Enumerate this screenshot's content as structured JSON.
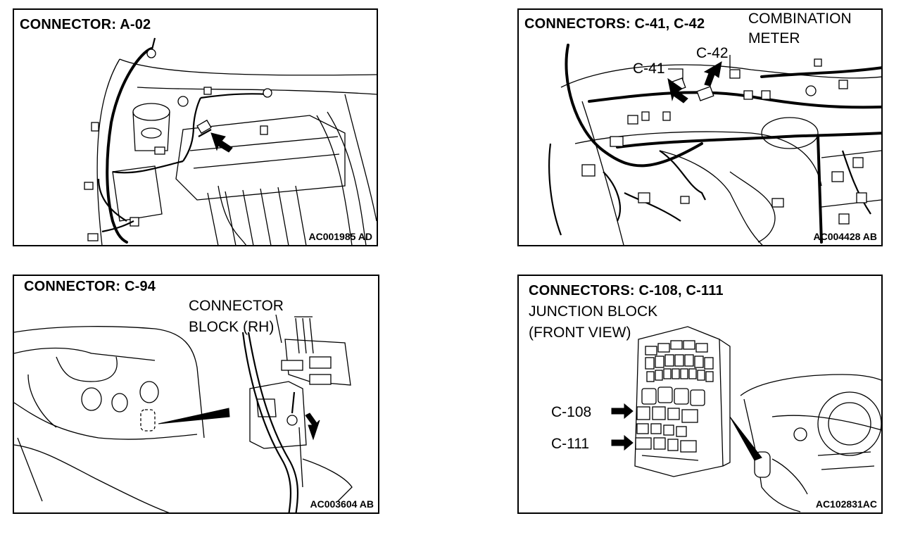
{
  "panels": [
    {
      "title": "CONNECTOR: A-02",
      "code": "AC001985 AD"
    },
    {
      "title": "CONNECTORS: C-41, C-42",
      "labels": [
        "COMBINATION",
        "METER"
      ],
      "callouts": [
        "C-41",
        "C-42"
      ],
      "code": "AC004428 AB"
    },
    {
      "title": "CONNECTOR: C-94",
      "labels": [
        "CONNECTOR",
        "BLOCK (RH)"
      ],
      "code": "AC003604 AB"
    },
    {
      "title": "CONNECTORS: C-108, C-111",
      "labels": [
        "JUNCTION BLOCK",
        "(FRONT VIEW)"
      ],
      "callouts": [
        "C-108",
        "C-111"
      ],
      "code": "AC102831AC"
    }
  ]
}
